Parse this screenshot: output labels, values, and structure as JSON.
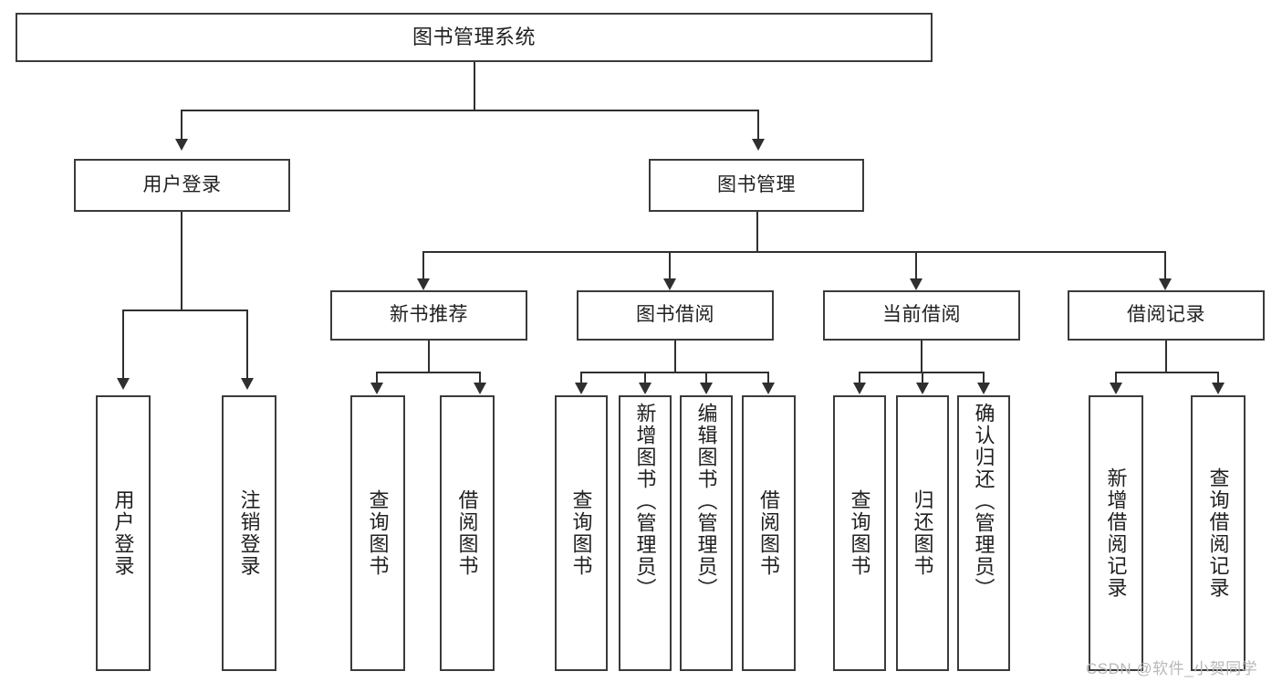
{
  "diagram": {
    "type": "tree-hierarchy-chart",
    "title": "图书管理系统",
    "root": {
      "label": "图书管理系统"
    },
    "level2": [
      {
        "label": "用户登录"
      },
      {
        "label": "图书管理"
      }
    ],
    "level3": [
      {
        "label": "新书推荐"
      },
      {
        "label": "图书借阅"
      },
      {
        "label": "当前借阅"
      },
      {
        "label": "借阅记录"
      }
    ],
    "leaves": {
      "user_login": [
        {
          "label": "用户登录"
        },
        {
          "label": "注销登录"
        }
      ],
      "new_book_recommend": [
        {
          "label": "查询图书"
        },
        {
          "label": "借阅图书"
        }
      ],
      "book_borrow": [
        {
          "label": "查询图书"
        },
        {
          "label": "新增图书（管理员）"
        },
        {
          "label": "编辑图书（管理员）"
        },
        {
          "label": "借阅图书"
        }
      ],
      "current_borrow": [
        {
          "label": "查询图书"
        },
        {
          "label": "归还图书"
        },
        {
          "label": "确认归还（管理员）"
        }
      ],
      "borrow_record": [
        {
          "label": "新增借阅记录"
        },
        {
          "label": "查询借阅记录"
        }
      ]
    }
  },
  "watermark": {
    "text": "CSDN @软件_小贺同学"
  },
  "colors": {
    "box_border": "#3b3b3b",
    "connector": "#2f2f2f",
    "background": "#ffffff",
    "text": "#1f1f1f",
    "watermark": "#b8b8b8"
  }
}
